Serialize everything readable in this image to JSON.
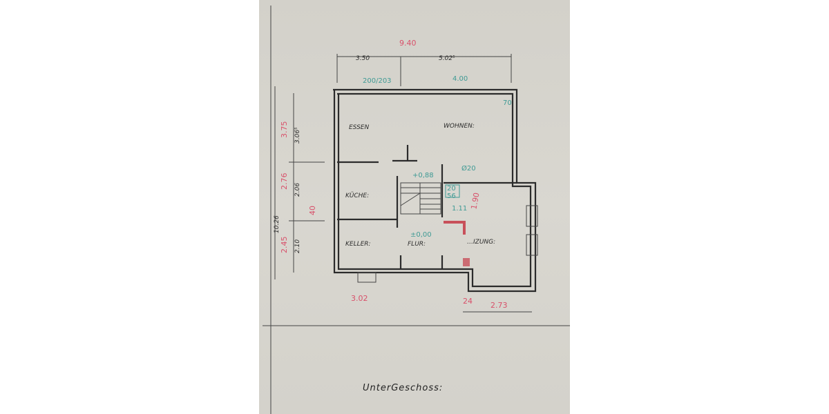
{
  "plan": {
    "title": "UnterGeschoss:",
    "rooms": {
      "essen": "ESSEN",
      "wohnen": "WOHNEN:",
      "kueche": "KÜCHE:",
      "keller": "KELLER:",
      "flur": "FLUR:",
      "heizung": "…IZUNG:"
    },
    "levels": {
      "upper": "+0,88",
      "ground": "±0,00"
    },
    "dims_black": {
      "top_left": "3.50",
      "top_right": "5.02⁵",
      "left_upper": "3.06⁵",
      "left_mid": "2.06",
      "left_lower": "2.10",
      "left_total": "10.26"
    },
    "dims_red": {
      "total_width": "9.40",
      "left_upper": "3.75",
      "left_mid": "2.76",
      "left_lower": "2.45",
      "bottom_left": "3.02",
      "bottom_right": "2.73",
      "bottom_small": "24",
      "right_mid": "1.90",
      "wall_small": "40"
    },
    "dims_teal": {
      "window": "200/203",
      "top_right": "4.00",
      "corner": "70",
      "chimney": "Ø20",
      "chimney_a": "20",
      "chimney_b": "56",
      "passage": "1.11"
    }
  },
  "colors": {
    "paper": "#d6d4cd",
    "ink": "#2b2b2b",
    "red": "#d8506a",
    "teal": "#3e9a94"
  }
}
